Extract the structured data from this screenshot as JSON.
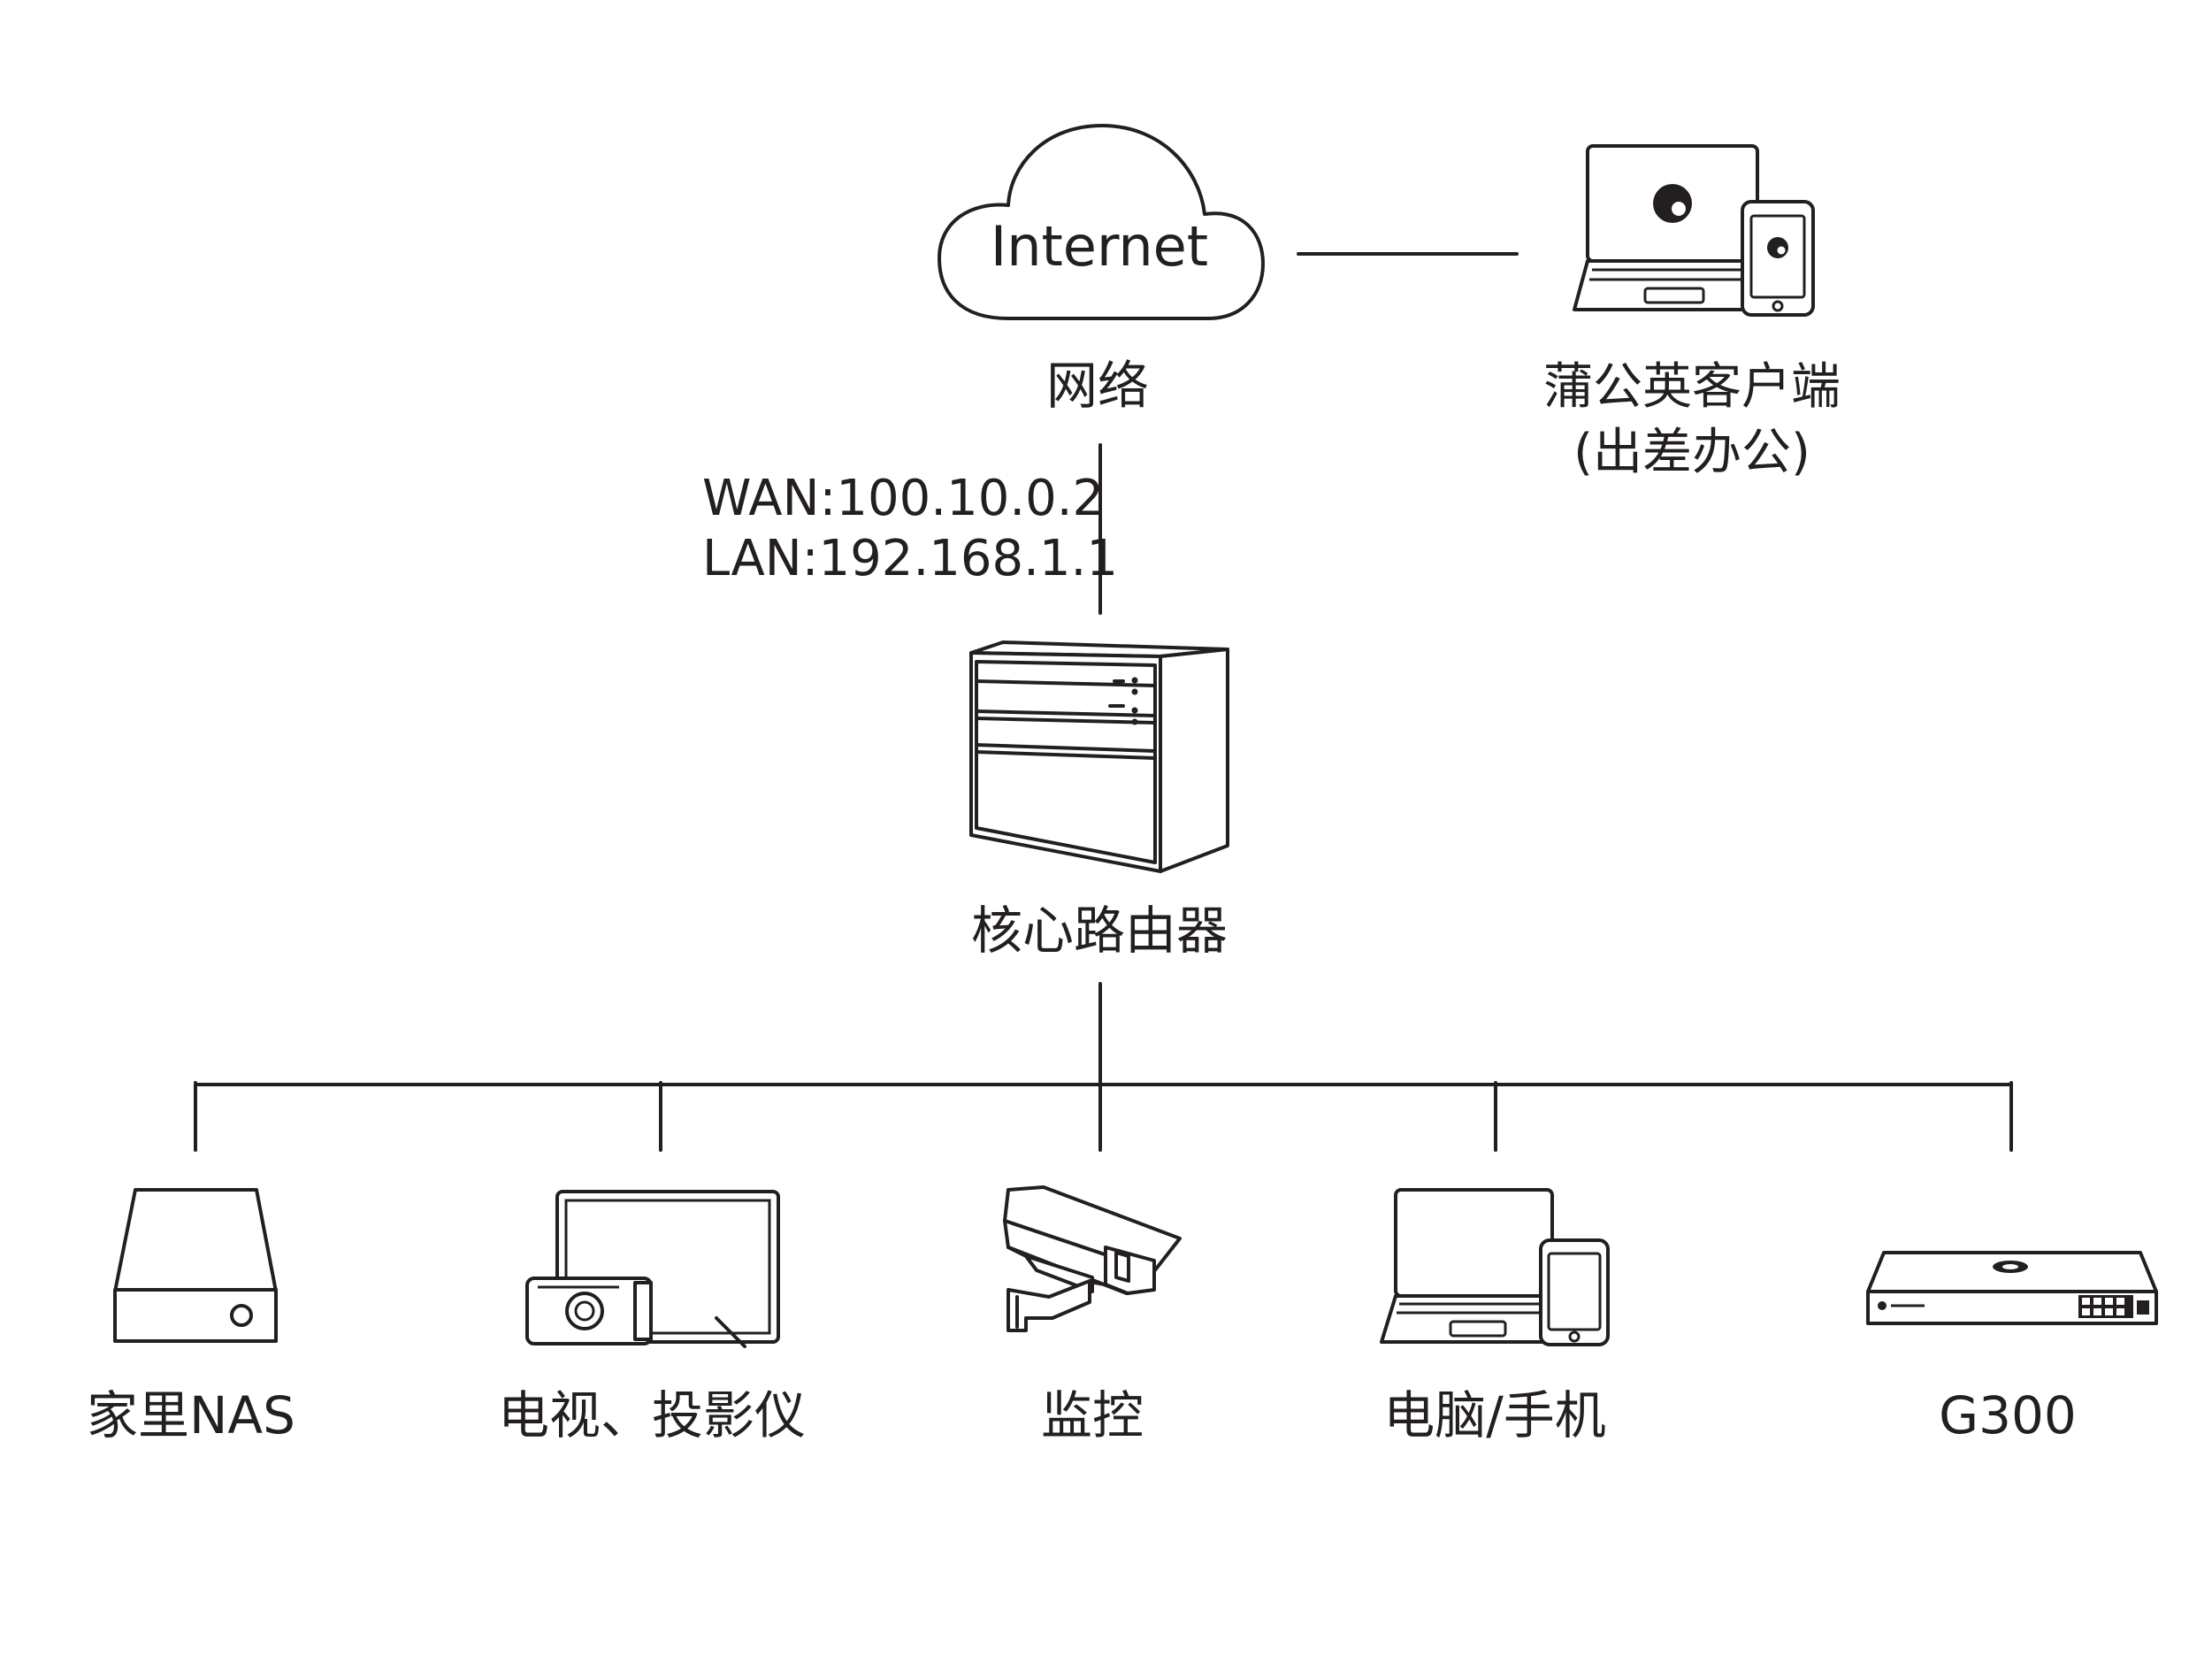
{
  "cloud": {
    "label": "Internet",
    "caption": "网络"
  },
  "remote_client": {
    "caption_line1": "蒲公英客户端",
    "caption_line2": "(出差办公)"
  },
  "wan_info": {
    "wan": "WAN:100.10.0.2",
    "lan": "LAN:192.168.1.1"
  },
  "router": {
    "caption": "核心路由器"
  },
  "devices": [
    {
      "caption": "家里NAS",
      "icon": "nas-icon"
    },
    {
      "caption": "电视、投影仪",
      "icon": "tv-projector-icon"
    },
    {
      "caption": "监控",
      "icon": "camera-icon"
    },
    {
      "caption": "电脑/手机",
      "icon": "laptop-phone-icon"
    },
    {
      "caption": "G300",
      "icon": "g300-router-icon"
    }
  ],
  "colors": {
    "ink": "#231f20",
    "background": "#ffffff"
  }
}
